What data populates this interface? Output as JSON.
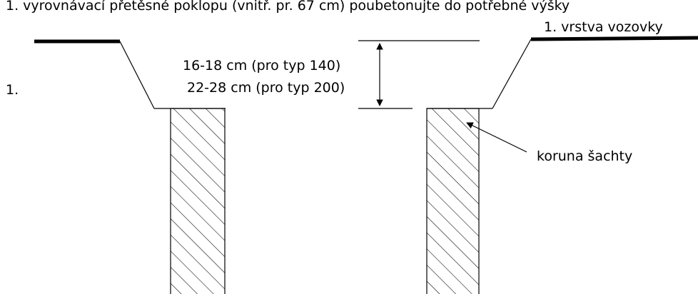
{
  "labels": {
    "top_caption": "1. vyrovnávací přetěsné poklopu (vnitř. pr. 67 cm) poubetonujte do potřebné výšky",
    "road_layer": "1. vrstva vozovky",
    "left_marker": "1.",
    "dim_type_140": "16-18 cm (pro typ 140)",
    "dim_type_200": "22-28 cm (pro typ 200)",
    "shaft_crown": "koruna šachty"
  },
  "colors": {
    "line": "#000000",
    "background": "#ffffff"
  }
}
